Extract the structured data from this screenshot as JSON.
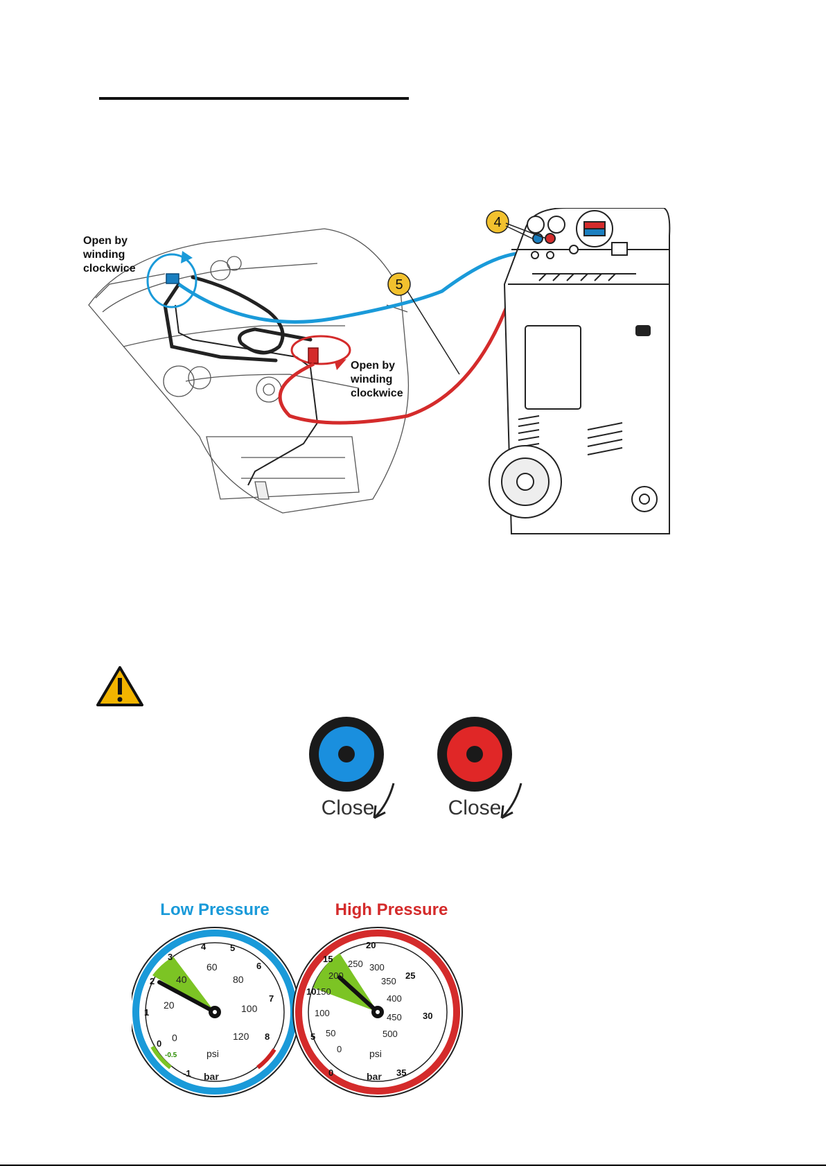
{
  "diagram": {
    "left_callout": [
      "Open by",
      "winding",
      "clockwice"
    ],
    "right_callout": [
      "Open by",
      "winding",
      "clockwice"
    ],
    "marker_4": "4",
    "marker_5": "5",
    "colors": {
      "low_side": "#1a9ad9",
      "high_side": "#d42b2b",
      "marker": "#f2c12e"
    }
  },
  "warning": {
    "icon": "warning-triangle-icon",
    "color": "#f2b400"
  },
  "knobs": [
    {
      "label": "Close",
      "color": "#1a8fde"
    },
    {
      "label": "Close",
      "color": "#e02727"
    }
  ],
  "gauges": {
    "low": {
      "title": "Low Pressure",
      "color": "#1a9ad9",
      "bar_scale": [
        "-1",
        "-0.5",
        "0",
        "1",
        "2",
        "3",
        "4",
        "5",
        "6",
        "7",
        "8"
      ],
      "psi_scale": [
        "0",
        "20",
        "40",
        "60",
        "80",
        "100",
        "120"
      ],
      "unit_outer": "bar",
      "unit_inner": "psi"
    },
    "high": {
      "title": "High Pressure",
      "color": "#d42b2b",
      "bar_scale": [
        "0",
        "5",
        "10",
        "15",
        "20",
        "25",
        "30",
        "35"
      ],
      "psi_scale": [
        "0",
        "50",
        "100",
        "150",
        "200",
        "250",
        "300",
        "350",
        "400",
        "450",
        "500"
      ],
      "unit_outer": "bar",
      "unit_inner": "psi"
    }
  }
}
